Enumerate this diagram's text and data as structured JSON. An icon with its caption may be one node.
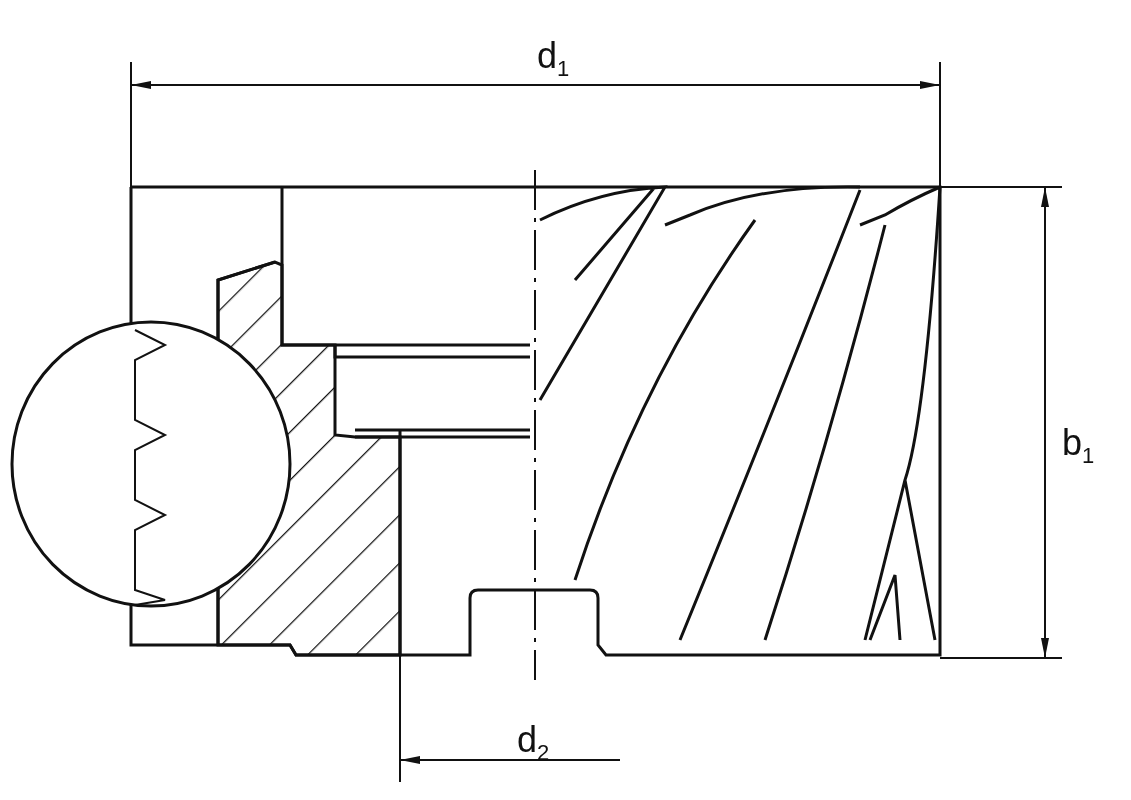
{
  "diagram": {
    "labels": [
      "d$_{1}$",
      "b$_{1}$",
      "d$_{2}$"
    ]
  }
}
